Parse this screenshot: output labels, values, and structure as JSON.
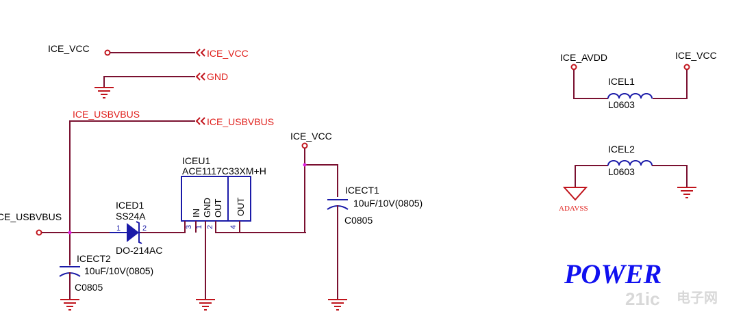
{
  "labels": {
    "ice_vcc_top": "ICE_VCC",
    "port_ice_vcc": "ICE_VCC",
    "port_gnd": "GND",
    "net_ice_usbvbus": "ICE_USBVBUS",
    "port_ice_usbvbus": "ICE_USBVBUS",
    "ice_usbvbus_left": "ICE_USBVBUS",
    "ice_vcc_mid": "ICE_VCC",
    "iced1_ref": "ICED1",
    "iced1_value": "SS24A",
    "iced1_pkg": "DO-214AC",
    "iced1_pin1": "1",
    "iced1_pin2": "2",
    "iceu1_ref": "ICEU1",
    "iceu1_value": "ACE1117C33XM+H",
    "iceu1_pin_in": "IN",
    "iceu1_pin_gnd": "GND",
    "iceu1_pin_out": "OUT",
    "iceu1_pin_out2": "OUT",
    "iceu1_num_3": "3",
    "iceu1_num_1": "1",
    "iceu1_num_2": "2",
    "iceu1_num_4": "4",
    "icect1_ref": "ICECT1",
    "icect1_value": "10uF/10V(0805)",
    "icect1_pkg": "C0805",
    "icect2_ref": "ICECT2",
    "icect2_value": "10uF/10V(0805)",
    "icect2_pkg": "C0805",
    "ice_avdd": "ICE_AVDD",
    "ice_vcc_right": "ICE_VCC",
    "icel1_ref": "ICEL1",
    "icel1_pkg": "L0603",
    "icel2_ref": "ICEL2",
    "icel2_pkg": "L0603",
    "adavss": "ADAVSS",
    "power_title": "POWER",
    "watermark_main": "21ic",
    "watermark_cn": "电子网"
  },
  "colors": {
    "wire": "#7a1030",
    "net_label": "#e0201c",
    "component": "#1a1aa8",
    "junction": "#e020e0",
    "title": "#1010f0"
  }
}
